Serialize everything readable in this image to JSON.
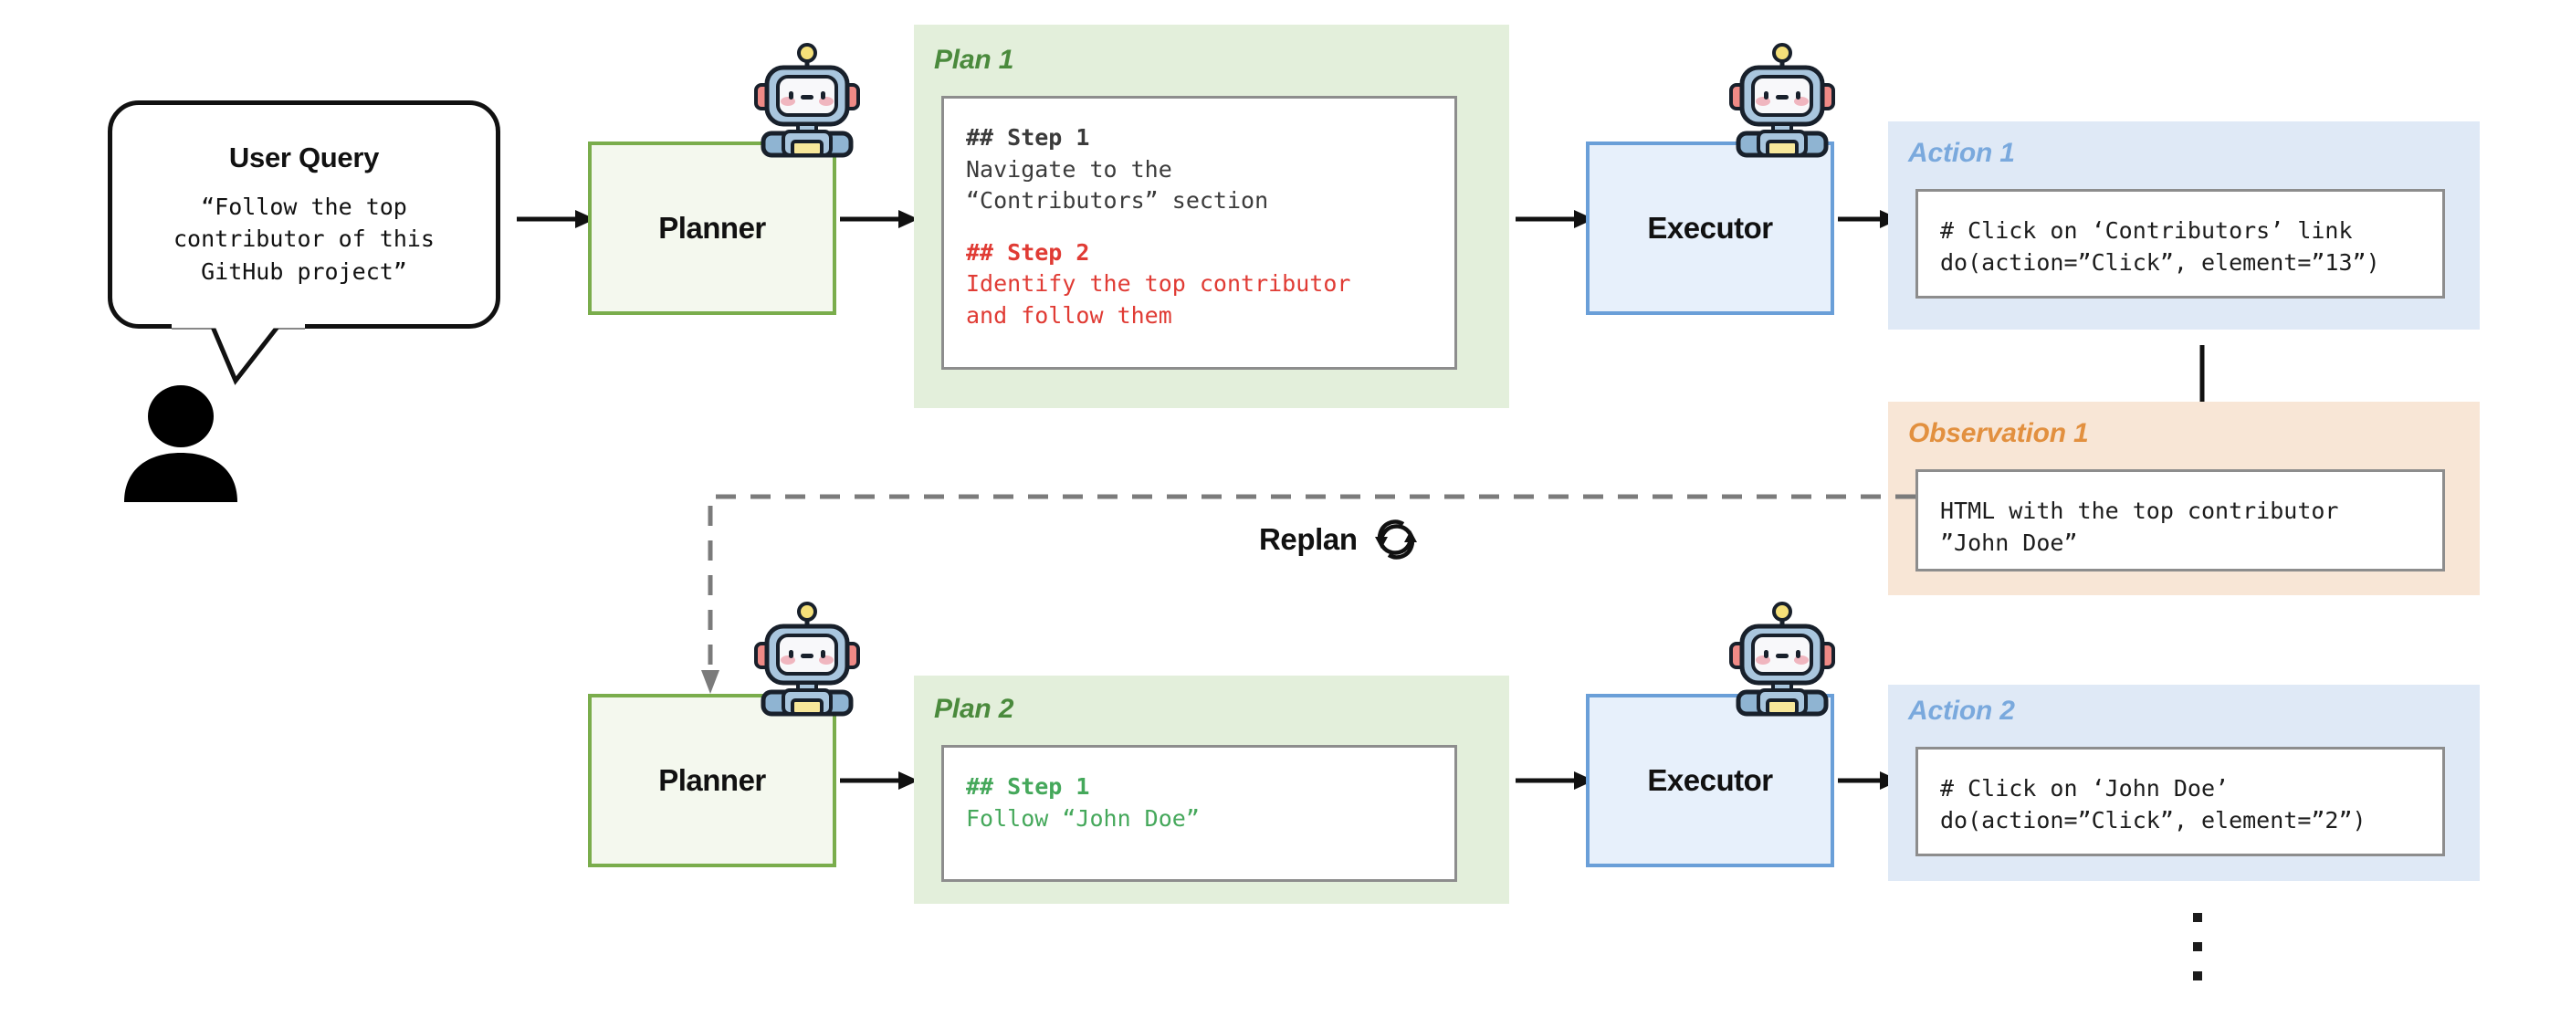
{
  "diagram": {
    "title": "Planner-Executor replanning loop",
    "colors": {
      "plan_panel_bg": "#e3efdb",
      "plan_title": "#4a8a3c",
      "action_panel_bg": "#dfe9f6",
      "action_title": "#7aa9dd",
      "observation_panel_bg": "#f8e6d6",
      "observation_title": "#e2903f",
      "planner_border": "#7aad4c",
      "executor_border": "#6a9fd8",
      "step_red": "#e03b34",
      "step_green": "#45a85b",
      "code_gray": "#3b3b3b"
    }
  },
  "user_query": {
    "title": "User Query",
    "text": "“Follow the top\ncontributor of this\nGitHub project”"
  },
  "agents": {
    "planner_1_label": "Planner",
    "planner_2_label": "Planner",
    "executor_1_label": "Executor",
    "executor_2_label": "Executor"
  },
  "plan1": {
    "title": "Plan 1",
    "step1_heading": "## Step 1",
    "step1_body": "Navigate to the\n“Contributors” section",
    "step2_heading": "## Step 2",
    "step2_body": "Identify the top contributor\nand follow them"
  },
  "plan2": {
    "title": "Plan 2",
    "step1_heading": "## Step 1",
    "step1_body": "Follow “John Doe”"
  },
  "action1": {
    "title": "Action 1",
    "comment": "# Click on ‘Contributors’ link",
    "call": "do(action=”Click”, element=”13”)"
  },
  "action2": {
    "title": "Action 2",
    "comment": "# Click on ‘John Doe’",
    "call": "do(action=”Click”, element=”2”)"
  },
  "observation1": {
    "title": "Observation 1",
    "text": "HTML with the top contributor\n”John Doe”"
  },
  "replan": {
    "label": "Replan",
    "icon": "refresh-cycle-icon"
  },
  "continuation": {
    "marker": "vertical-ellipsis"
  }
}
